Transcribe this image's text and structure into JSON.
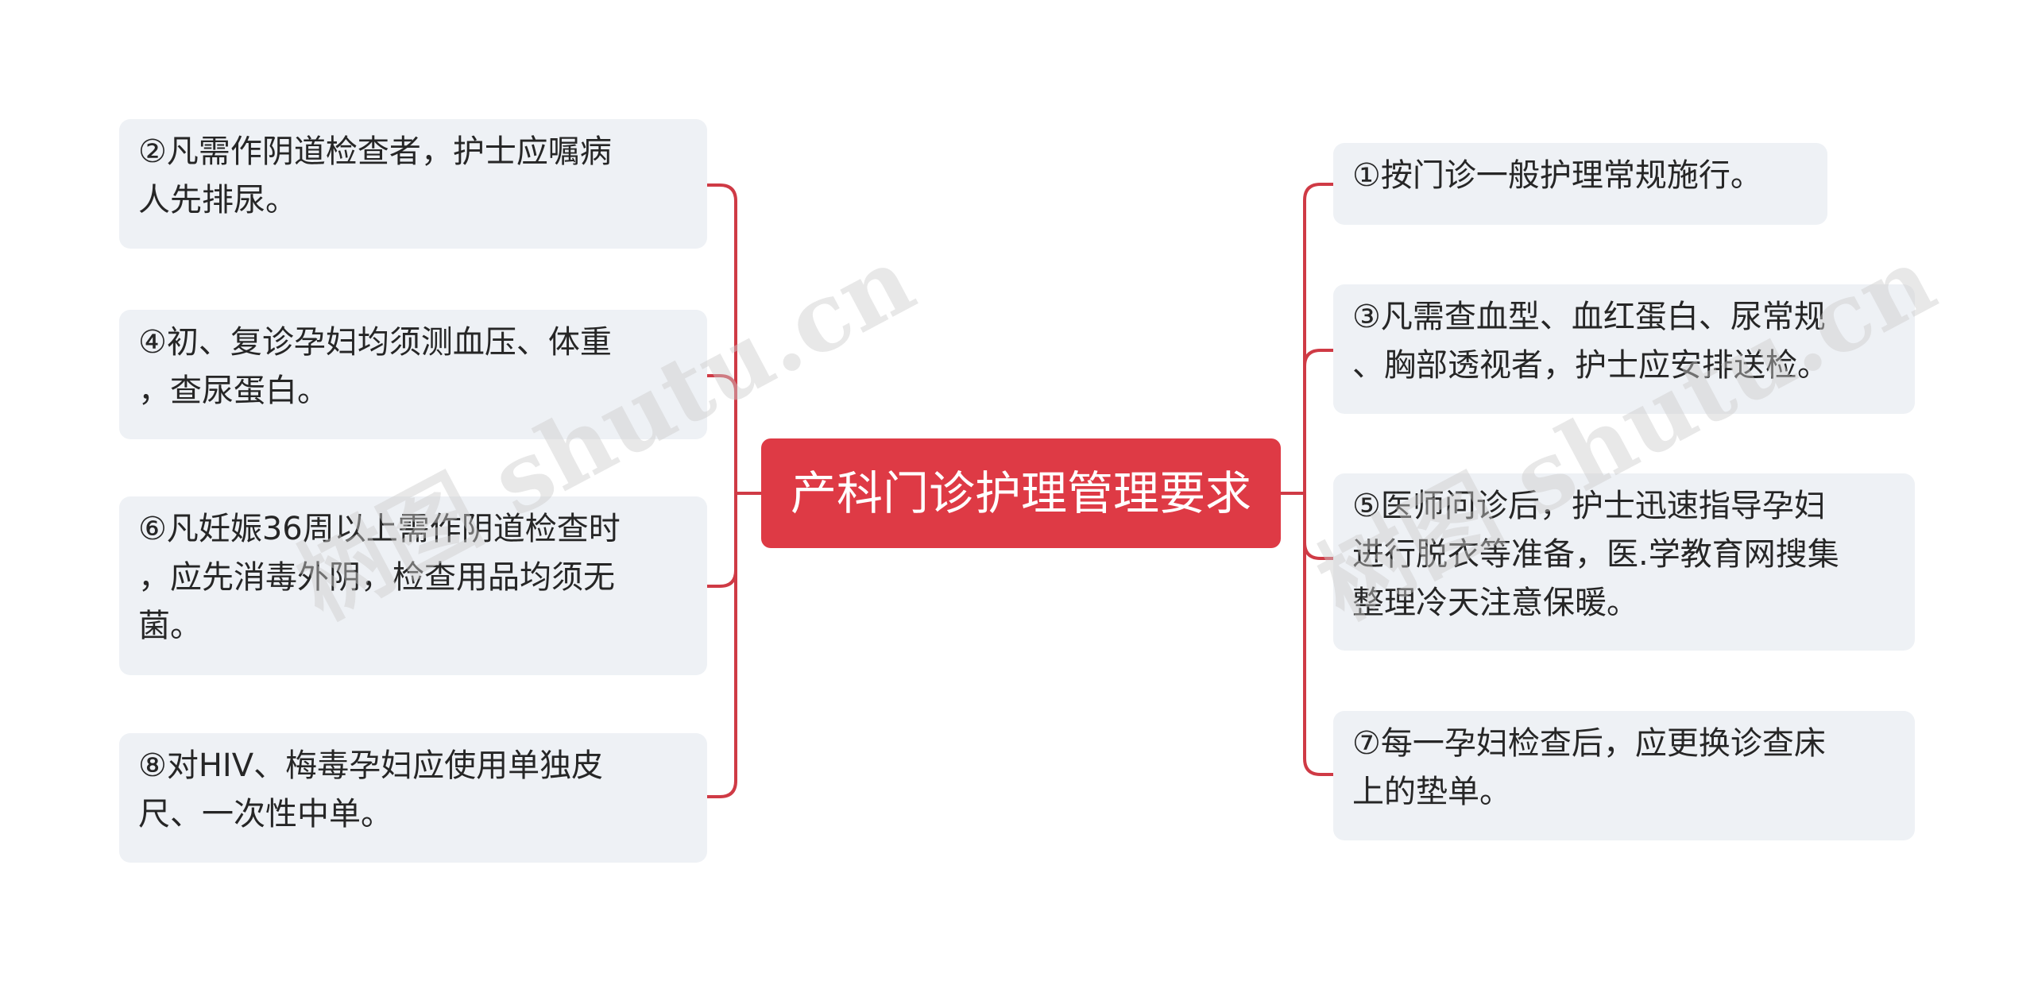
{
  "root": {
    "label": "产科门诊护理管理要求"
  },
  "left_nodes": [
    {
      "text": "②凡需作阴道检查者，护士应嘱病\n人先排尿。"
    },
    {
      "text": "④初、复诊孕妇均须测血压、体重\n，查尿蛋白。"
    },
    {
      "text": "⑥凡妊娠36周以上需作阴道检查时\n，应先消毒外阴，检查用品均须无\n菌。"
    },
    {
      "text": "⑧对HIV、梅毒孕妇应使用单独皮\n尺、一次性中单。"
    }
  ],
  "right_nodes": [
    {
      "text": "①按门诊一般护理常规施行。"
    },
    {
      "text": "③凡需查血型、血红蛋白、尿常规\n、胸部透视者，护士应安排送检。"
    },
    {
      "text": "⑤医师问诊后，护士迅速指导孕妇\n进行脱衣等准备，医.学教育网搜集\n整理冷天注意保暖。"
    },
    {
      "text": "⑦每一孕妇检查后，应更换诊查床\n上的垫单。"
    }
  ],
  "watermark": "树图 shutu.cn",
  "colors": {
    "root_bg": "#de3a45",
    "connector": "#cf3a45",
    "node_bg": "#eef1f5",
    "text": "#262626"
  }
}
